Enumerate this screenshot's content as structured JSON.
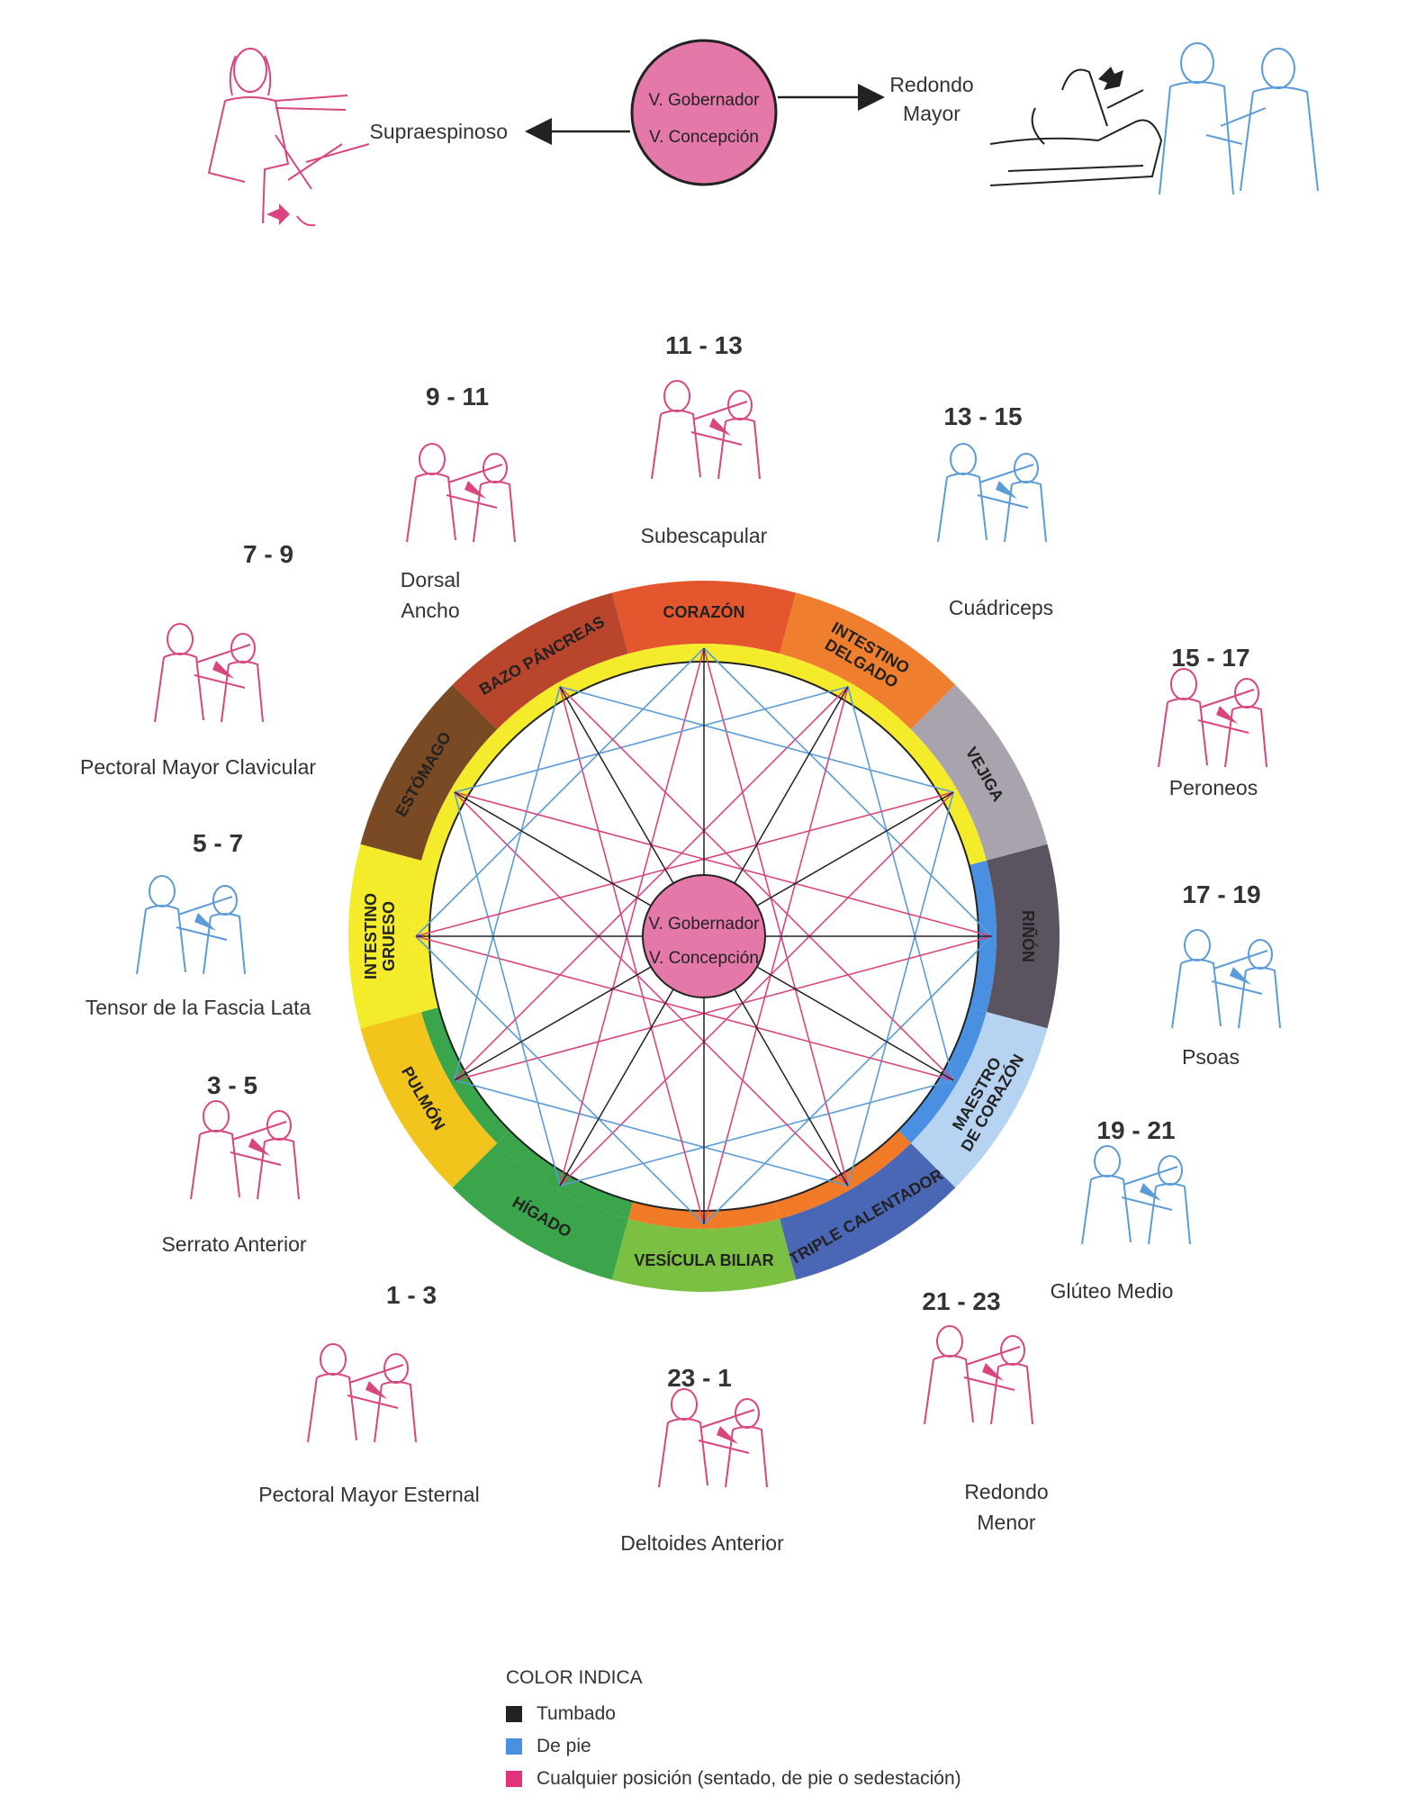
{
  "header": {
    "center_line1": "V. Gobernador",
    "center_line2": "V. Concepción",
    "left_label": "Supraespinoso",
    "right_label_line1": "Redondo",
    "right_label_line2": "Mayor"
  },
  "wheel": {
    "center_line1": "V. Gobernador",
    "center_line2": "V. Concepción",
    "segments": [
      {
        "label_lines": [
          "CORAZÓN"
        ],
        "color": "#e4572e"
      },
      {
        "label_lines": [
          "INTESTINO",
          "DELGADO"
        ],
        "color": "#ef7e2e"
      },
      {
        "label_lines": [
          "VEJIGA"
        ],
        "color": "#a9a3ad"
      },
      {
        "label_lines": [
          "RIÑÓN"
        ],
        "color": "#5c5360"
      },
      {
        "label_lines": [
          "MAESTRO",
          "DE CORAZÓN"
        ],
        "color": "#b6d3f2"
      },
      {
        "label_lines": [
          "TRIPLE CALENTADOR"
        ],
        "color": "#4a67b5"
      },
      {
        "label_lines": [
          "VESÍCULA BILIAR"
        ],
        "color": "#7bc043"
      },
      {
        "label_lines": [
          "HÍGADO"
        ],
        "color": "#3aa54a"
      },
      {
        "label_lines": [
          "PULMÓN"
        ],
        "color": "#f2c51d"
      },
      {
        "label_lines": [
          "INTESTINO",
          "GRUESO"
        ],
        "color": "#f4eb2a"
      },
      {
        "label_lines": [
          "ESTÓMAGO"
        ],
        "color": "#7a4a24"
      },
      {
        "label_lines": [
          "BAZO PÁNCREAS"
        ],
        "color": "#b8452c"
      }
    ],
    "inner_ring_colors": [
      "#f4eb2a",
      "#f4eb2a",
      "#f4eb2a",
      "#4a90e2",
      "#4a90e2",
      "#f07a26",
      "#f07a26",
      "#3aa54a",
      "#3aa54a",
      "#f4eb2a",
      "#f4eb2a",
      "#f4eb2a"
    ]
  },
  "items": [
    {
      "range": "11 - 13",
      "lines": [
        "Subescapular"
      ],
      "color_key": "pink"
    },
    {
      "range": "13 - 15",
      "lines": [
        "Cuádriceps"
      ],
      "color_key": "blue"
    },
    {
      "range": "15 - 17",
      "lines": [
        "Peroneos"
      ],
      "color_key": "pink"
    },
    {
      "range": "17 - 19",
      "lines": [
        "Psoas"
      ],
      "color_key": "blue"
    },
    {
      "range": "19 - 21",
      "lines": [
        "Glúteo Medio"
      ],
      "color_key": "blue"
    },
    {
      "range": "21 - 23",
      "lines": [
        "Redondo",
        "Menor"
      ],
      "color_key": "pink"
    },
    {
      "range": "23 - 1",
      "lines": [
        "Deltoides Anterior"
      ],
      "color_key": "pink"
    },
    {
      "range": "1 - 3",
      "lines": [
        "Pectoral Mayor Esternal"
      ],
      "color_key": "pink"
    },
    {
      "range": "3 - 5",
      "lines": [
        "Serrato Anterior"
      ],
      "color_key": "pink"
    },
    {
      "range": "5 - 7",
      "lines": [
        "Tensor de la Fascia Lata"
      ],
      "color_key": "blue"
    },
    {
      "range": "7 - 9",
      "lines": [
        "Pectoral Mayor Clavicular"
      ],
      "color_key": "pink"
    },
    {
      "range": "9 - 11",
      "lines": [
        "Dorsal",
        "Ancho"
      ],
      "color_key": "pink"
    }
  ],
  "legend": {
    "title": "COLOR INDICA",
    "entries": [
      {
        "label": "Tumbado",
        "color": "#222222"
      },
      {
        "label": "De pie",
        "color": "#4a90e2"
      },
      {
        "label": "Cualquier posición (sentado, de pie o sedestación)",
        "color": "#e0337a"
      }
    ]
  },
  "colors": {
    "pink": "#d9457e",
    "blue": "#5a9bd8",
    "black": "#222222",
    "circle_fill": "#e478a8",
    "star_pink": "#d9457e",
    "star_blue": "#5a9bd8"
  }
}
